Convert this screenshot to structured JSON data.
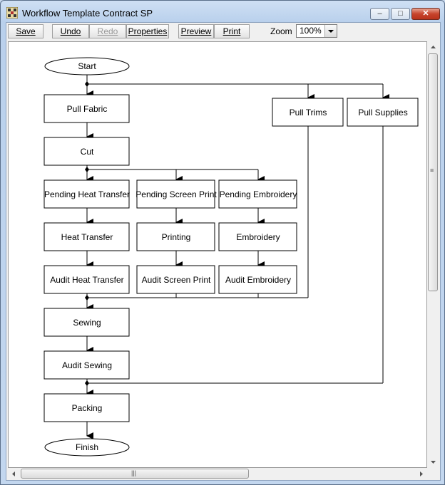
{
  "window": {
    "title": "Workflow Template Contract SP",
    "controls": {
      "minimize": "–",
      "maximize": "□",
      "close": "✕"
    }
  },
  "toolbar": {
    "save": "Save",
    "undo": "Undo",
    "redo": "Redo",
    "properties": "Properties",
    "preview": "Preview",
    "print": "Print",
    "zoom_label": "Zoom",
    "zoom_value": "100%"
  },
  "diagram": {
    "start": "Start",
    "finish": "Finish",
    "pull_fabric": "Pull Fabric",
    "cut": "Cut",
    "pull_trims": "Pull Trims",
    "pull_supplies": "Pull Supplies",
    "pending_heat_transfer": "Pending Heat Transfer",
    "pending_screen_print": "Pending Screen Print",
    "pending_embroidery": "Pending Embroidery",
    "heat_transfer": "Heat Transfer",
    "printing": "Printing",
    "embroidery": "Embroidery",
    "audit_heat_transfer": "Audit Heat Transfer",
    "audit_screen_print": "Audit Screen Print",
    "audit_embroidery": "Audit Embroidery",
    "sewing": "Sewing",
    "audit_sewing": "Audit Sewing",
    "packing": "Packing"
  },
  "colors": {
    "window_frame": "#c3d7ef",
    "canvas": "#ffffff",
    "close_button": "#c7442c"
  }
}
